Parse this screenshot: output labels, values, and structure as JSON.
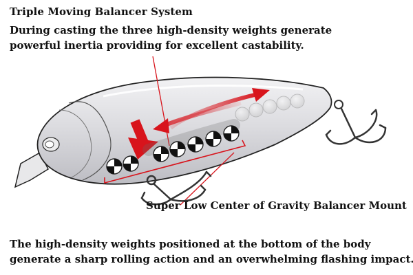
{
  "heading": "Triple Moving Balancer System",
  "intro_lines": [
    "During casting the three high-density weights generate",
    "powerful inertia providing for excellent castability."
  ],
  "callout_label": "Super Low Center of Gravity Balancer Mount",
  "footer_lines": [
    "The high-density weights positioned at the bottom of the body",
    "generate a sharp rolling action and an overwhelming flashing impact."
  ],
  "colors": {
    "accent_red": "#d8141c",
    "lure_body": "#dadadd",
    "outline": "#222222"
  },
  "icons": [
    "fishing-lure-illustration",
    "treble-hook-icon",
    "weight-ball-icon"
  ]
}
